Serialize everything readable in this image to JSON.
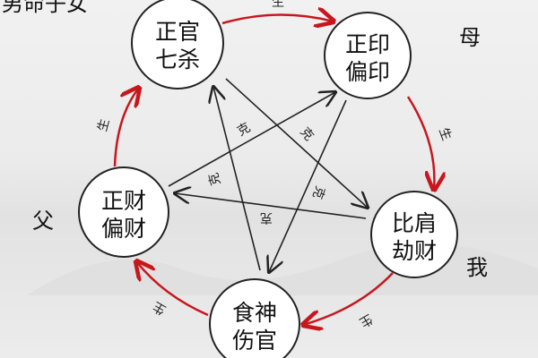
{
  "corner_label": "男命子女",
  "side_labels": {
    "father": "父",
    "mother": "母",
    "self": "我"
  },
  "nodes": [
    {
      "id": "guan",
      "line1": "正官",
      "line2": "七杀"
    },
    {
      "id": "yin",
      "line1": "正印",
      "line2": "偏印"
    },
    {
      "id": "bijie",
      "line1": "比肩",
      "line2": "劫财"
    },
    {
      "id": "shishang",
      "line1": "食神",
      "line2": "伤官"
    },
    {
      "id": "cai",
      "line1": "正财",
      "line2": "偏财"
    }
  ],
  "generate_label": "生",
  "control_label": "克",
  "colors": {
    "generate": "#c8161d",
    "control": "#222222"
  }
}
